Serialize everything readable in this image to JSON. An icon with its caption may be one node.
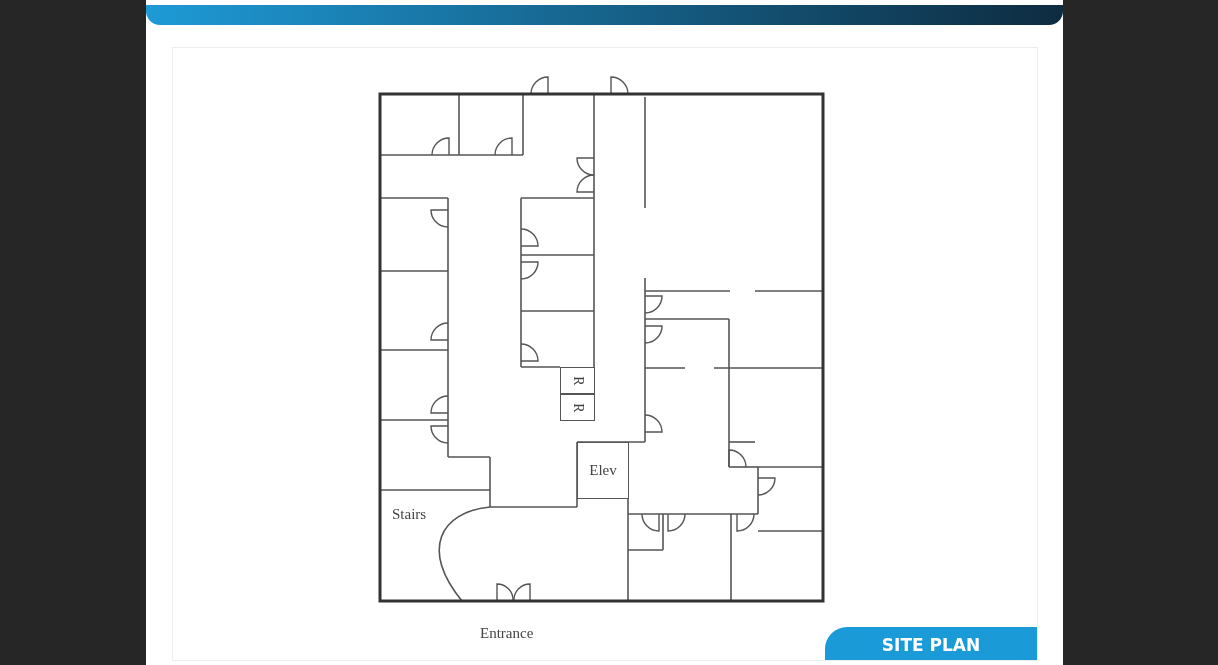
{
  "diagram": {
    "title": "SITE PLAN",
    "nodes": [
      {
        "text": [
          "R"
        ]
      },
      {
        "text": [
          "R"
        ]
      },
      {
        "text": [
          "Elev"
        ]
      }
    ],
    "labels": [
      "Stairs",
      "Entrance"
    ]
  }
}
